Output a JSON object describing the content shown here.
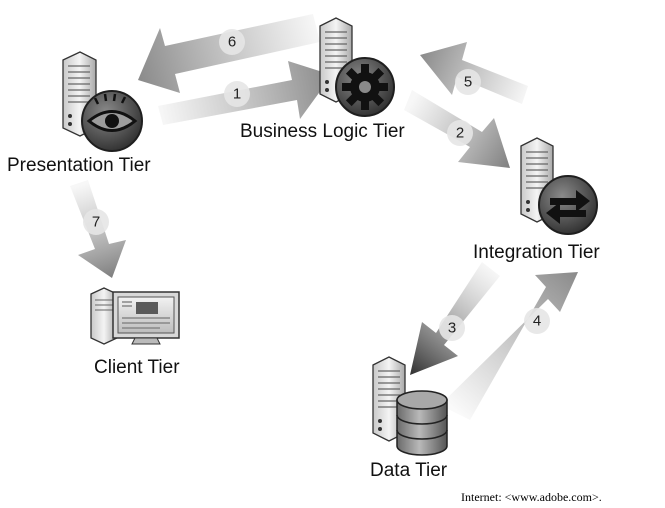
{
  "tiers": {
    "presentation": {
      "label": "Presentation Tier",
      "icon": "eye-icon"
    },
    "business": {
      "label": "Business Logic Tier",
      "icon": "gear-icon"
    },
    "integration": {
      "label": "Integration Tier",
      "icon": "exchange-arrows-icon"
    },
    "data": {
      "label": "Data Tier",
      "icon": "database-icon"
    },
    "client": {
      "label": "Client Tier",
      "icon": "desktop-computer-icon"
    }
  },
  "steps": [
    {
      "num": "1",
      "from": "Presentation Tier",
      "to": "Business Logic Tier"
    },
    {
      "num": "2",
      "from": "Business Logic Tier",
      "to": "Integration Tier"
    },
    {
      "num": "3",
      "from": "Integration Tier",
      "to": "Data Tier"
    },
    {
      "num": "4",
      "from": "Data Tier",
      "to": "Integration Tier"
    },
    {
      "num": "5",
      "from": "Integration Tier",
      "to": "Business Logic Tier"
    },
    {
      "num": "6",
      "from": "Business Logic Tier",
      "to": "Presentation Tier"
    },
    {
      "num": "7",
      "from": "Presentation Tier",
      "to": "Client Tier"
    }
  ],
  "source": "Internet: <www.adobe.com>."
}
